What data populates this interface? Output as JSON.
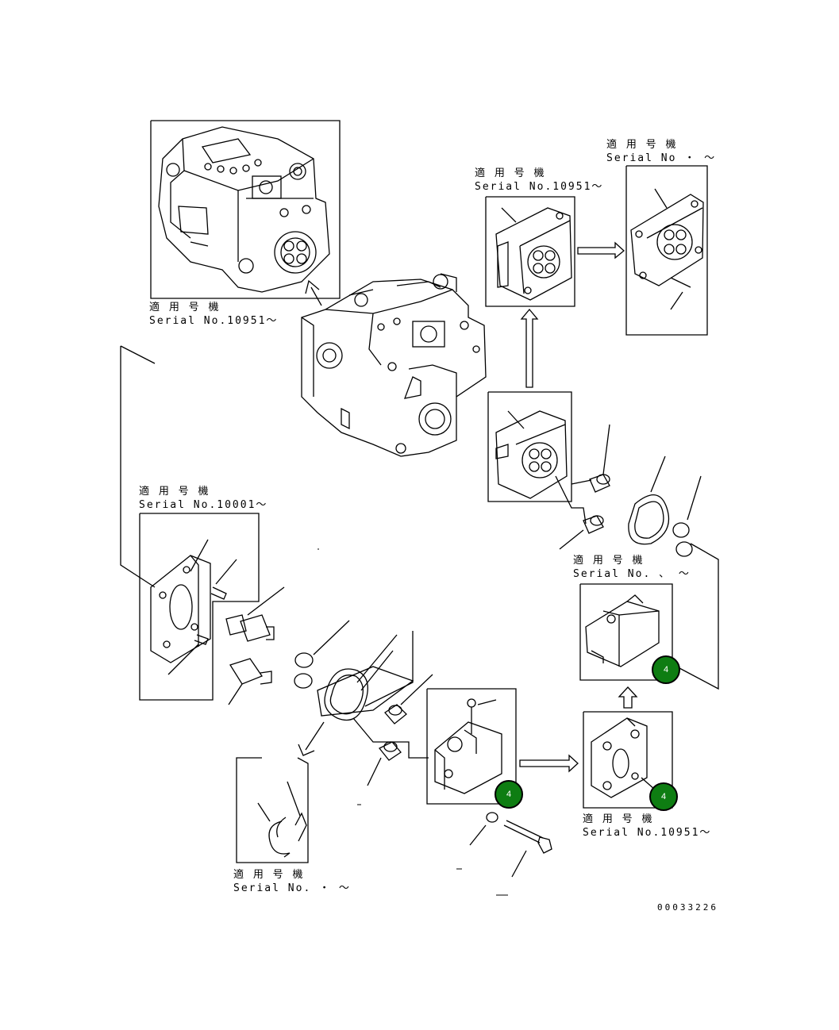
{
  "labels": {
    "top_left": {
      "line1": "適 用 号 機",
      "line2": "Serial No.10951～"
    },
    "upper_mid": {
      "line1": "適 用 号 機",
      "line2": "Serial No.10951～"
    },
    "upper_right": {
      "line1": "適 用 号 機",
      "line2": "Serial No    ・  ～"
    },
    "left_mid": {
      "line1": "適 用 号 機",
      "line2": "Serial No.10001～"
    },
    "right_mid": {
      "line1": "適 用 号 機",
      "line2": "Serial No.  、  ～"
    },
    "bottom_right": {
      "line1": "適 用 号 機",
      "line2": "Serial No.10951～"
    },
    "bottom_left": {
      "line1": "適 用 号 機",
      "line2": "Serial No.  ・  ～"
    }
  },
  "markers": [
    "4",
    "4",
    "4"
  ],
  "doc_number": "00033226",
  "colors": {
    "marker_fill": "#0e7d12",
    "line": "#000000"
  }
}
